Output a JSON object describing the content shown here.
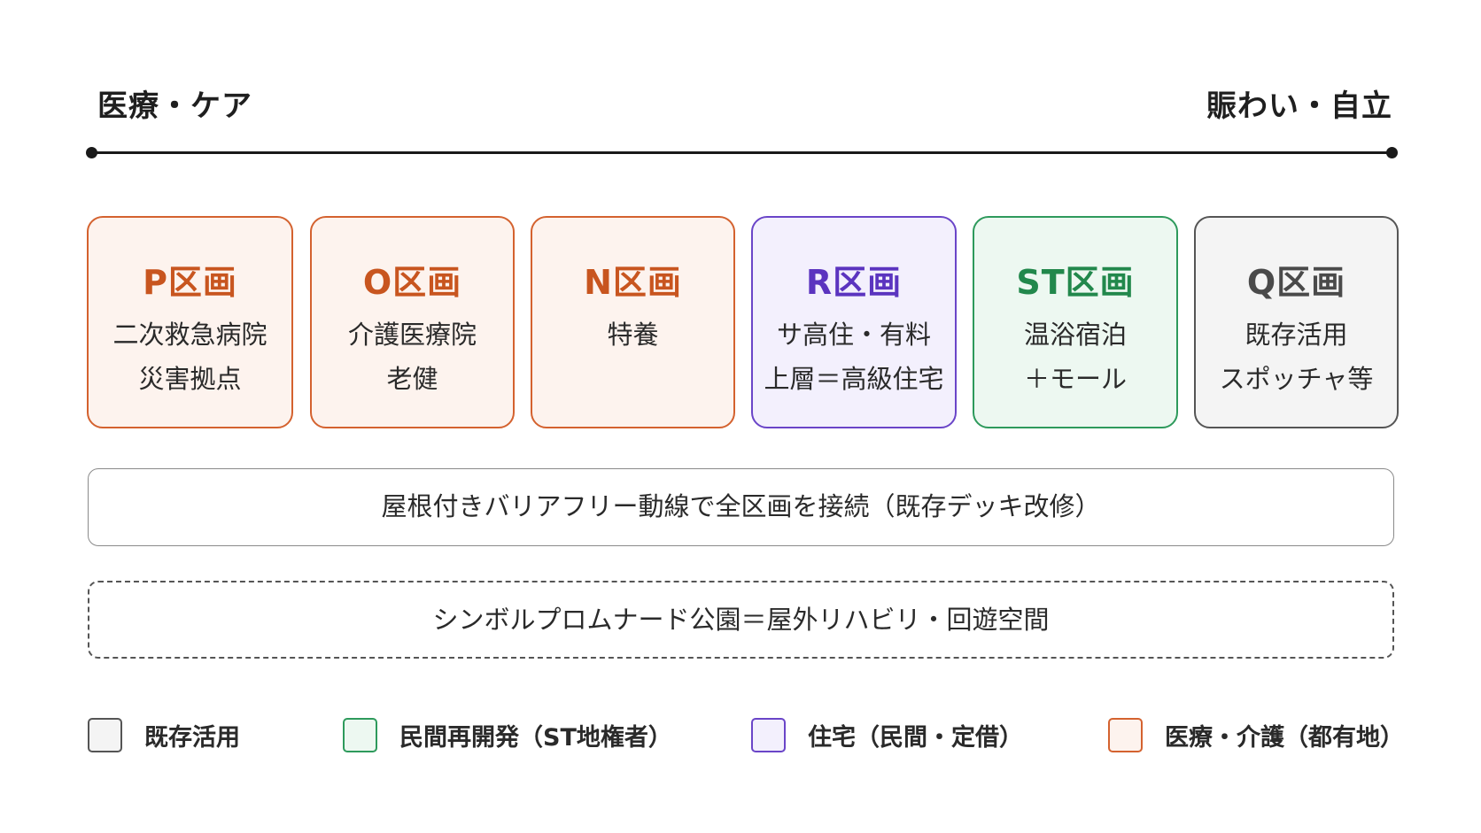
{
  "axis": {
    "left_label": "医療・ケア",
    "right_label": "賑わい・自立"
  },
  "zones": [
    {
      "title": "P区画",
      "lines": [
        "二次救急病院",
        "災害拠点"
      ],
      "category": "医療・介護（都有地）",
      "border_color": "#d4622f",
      "fill_color": "#fdf3ee",
      "title_color": "#c8551f"
    },
    {
      "title": "O区画",
      "lines": [
        "介護医療院",
        "老健"
      ],
      "category": "医療・介護（都有地）",
      "border_color": "#d4622f",
      "fill_color": "#fdf3ee",
      "title_color": "#c8551f"
    },
    {
      "title": "N区画",
      "lines": [
        "特養"
      ],
      "category": "医療・介護（都有地）",
      "border_color": "#d4622f",
      "fill_color": "#fdf3ee",
      "title_color": "#c8551f"
    },
    {
      "title": "R区画",
      "lines": [
        "サ高住・有料",
        "上層＝高級住宅"
      ],
      "category": "住宅（民間・定借）",
      "border_color": "#6a45c8",
      "fill_color": "#f3f0fd",
      "title_color": "#5b34bf"
    },
    {
      "title": "ST区画",
      "lines": [
        "温浴宿泊",
        "＋モール"
      ],
      "category": "民間再開発（ST地権者）",
      "border_color": "#2e9a5c",
      "fill_color": "#edf8f1",
      "title_color": "#22884c"
    },
    {
      "title": "Q区画",
      "lines": [
        "既存活用",
        "スポッチャ等"
      ],
      "category": "既存活用",
      "border_color": "#555555",
      "fill_color": "#f4f4f4",
      "title_color": "#4a4a4a"
    }
  ],
  "connections": {
    "deck": "屋根付きバリアフリー動線で全区画を接続（既存デッキ改修）",
    "promenade": "シンボルプロムナード公園＝屋外リハビリ・回遊空間"
  },
  "legend": [
    {
      "label": "既存活用",
      "border_color": "#555555",
      "fill_color": "#f4f4f4"
    },
    {
      "label": "民間再開発（ST地権者）",
      "border_color": "#2e9a5c",
      "fill_color": "#edf8f1"
    },
    {
      "label": "住宅（民間・定借）",
      "border_color": "#6a45c8",
      "fill_color": "#f3f0fd"
    },
    {
      "label": "医療・介護（都有地）",
      "border_color": "#d4622f",
      "fill_color": "#fdf3ee"
    }
  ]
}
